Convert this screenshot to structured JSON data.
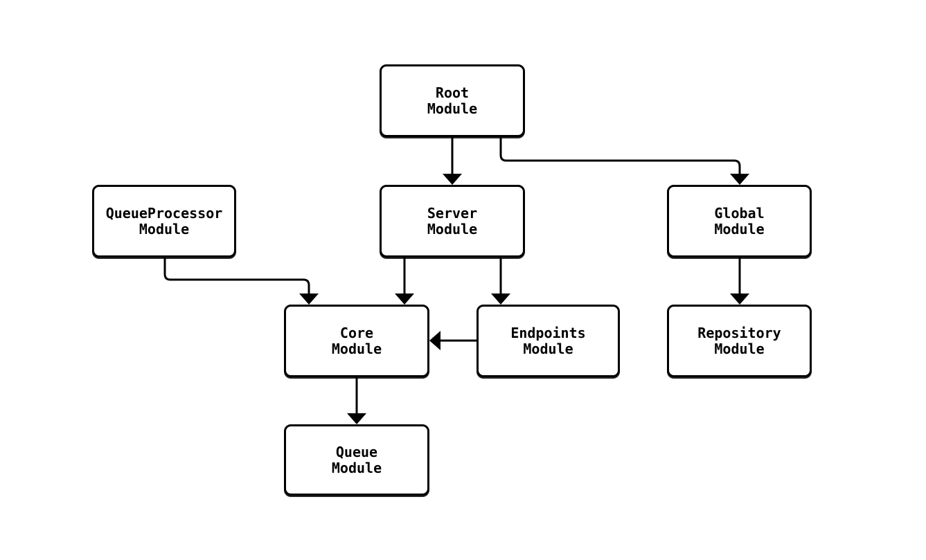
{
  "diagram": {
    "background_color": "#ffffff",
    "node_fill_color": "#ffffff",
    "node_border_color": "#000000",
    "edge_color": "#000000",
    "nodes": {
      "root": {
        "label": "Root\nModule"
      },
      "queueprocessor": {
        "label": "QueueProcessor\nModule"
      },
      "server": {
        "label": "Server\nModule"
      },
      "global": {
        "label": "Global\nModule"
      },
      "core": {
        "label": "Core\nModule"
      },
      "endpoints": {
        "label": "Endpoints\nModule"
      },
      "repository": {
        "label": "Repository\nModule"
      },
      "queue": {
        "label": "Queue\nModule"
      }
    },
    "edges": [
      {
        "from": "Root Module",
        "to": "Server Module"
      },
      {
        "from": "Root Module",
        "to": "Global Module"
      },
      {
        "from": "QueueProcessor Module",
        "to": "Core Module"
      },
      {
        "from": "Server Module",
        "to": "Core Module"
      },
      {
        "from": "Server Module",
        "to": "Endpoints Module"
      },
      {
        "from": "Endpoints Module",
        "to": "Core Module"
      },
      {
        "from": "Global Module",
        "to": "Repository Module"
      },
      {
        "from": "Core Module",
        "to": "Queue Module"
      }
    ]
  }
}
